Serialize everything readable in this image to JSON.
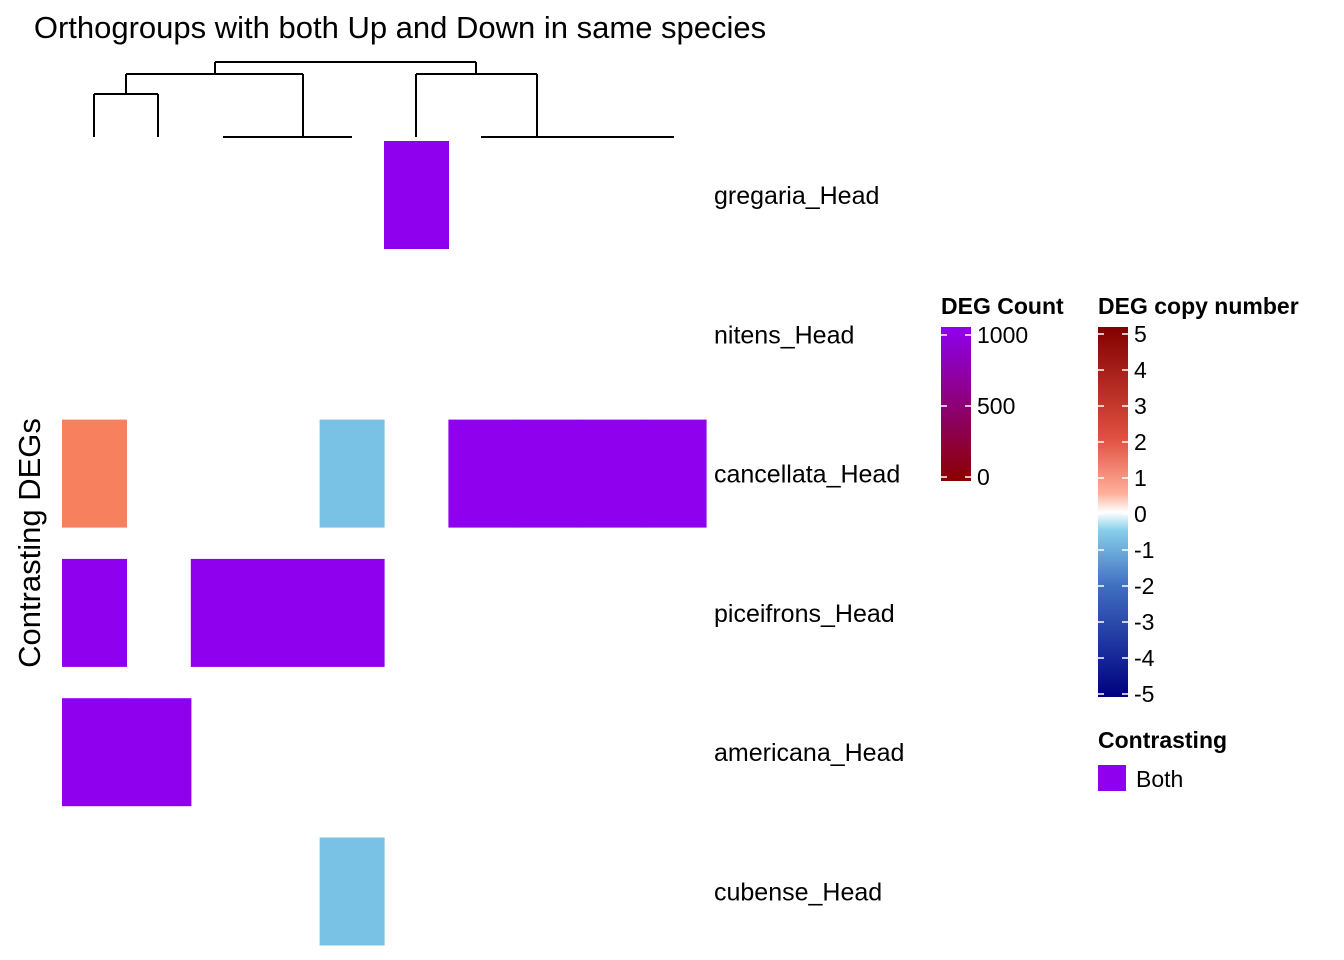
{
  "chart_data": {
    "type": "heatmap",
    "title": "Orthogroups with both Up and Down in same species",
    "ylabel": "Contrasting DEGs",
    "row_labels": [
      "gregaria_Head",
      "nitens_Head",
      "cancellata_Head",
      "piceifrons_Head",
      "americana_Head",
      "cubense_Head"
    ],
    "n_columns": 10,
    "cells": [
      {
        "row": 0,
        "col": 5,
        "value": "Both"
      },
      {
        "row": 2,
        "col": 0,
        "value": 1
      },
      {
        "row": 2,
        "col": 4,
        "value": -1
      },
      {
        "row": 2,
        "col": 6,
        "value": "Both"
      },
      {
        "row": 2,
        "col": 7,
        "value": "Both"
      },
      {
        "row": 2,
        "col": 8,
        "value": "Both"
      },
      {
        "row": 2,
        "col": 9,
        "value": "Both"
      },
      {
        "row": 3,
        "col": 0,
        "value": "Both"
      },
      {
        "row": 3,
        "col": 2,
        "value": "Both"
      },
      {
        "row": 3,
        "col": 3,
        "value": "Both"
      },
      {
        "row": 3,
        "col": 4,
        "value": "Both"
      },
      {
        "row": 4,
        "col": 0,
        "value": "Both"
      },
      {
        "row": 4,
        "col": 1,
        "value": "Both"
      },
      {
        "row": 5,
        "col": 4,
        "value": -1
      }
    ],
    "legends": {
      "deg_count": {
        "title": "DEG Count",
        "ticks": [
          "1000",
          "500",
          "0"
        ],
        "range": [
          0,
          1000
        ],
        "colors": [
          "#8B0000",
          "#8F00EE"
        ]
      },
      "copy_number": {
        "title": "DEG copy number",
        "ticks": [
          "5",
          "4",
          "3",
          "2",
          "1",
          "0",
          "-1",
          "-2",
          "-3",
          "-4",
          "-5"
        ],
        "range": [
          -5,
          5
        ],
        "colors": [
          "#000080",
          "#87CEEB",
          "#FFFFFF",
          "#FF7F50",
          "#800000"
        ]
      },
      "contrasting": {
        "title": "Contrasting",
        "items": [
          {
            "label": "Both",
            "color": "#8F00EE"
          }
        ]
      }
    },
    "colors": {
      "both": "#8F00EE",
      "pos1": "#F7805F",
      "neg1": "#79C2E6"
    }
  }
}
